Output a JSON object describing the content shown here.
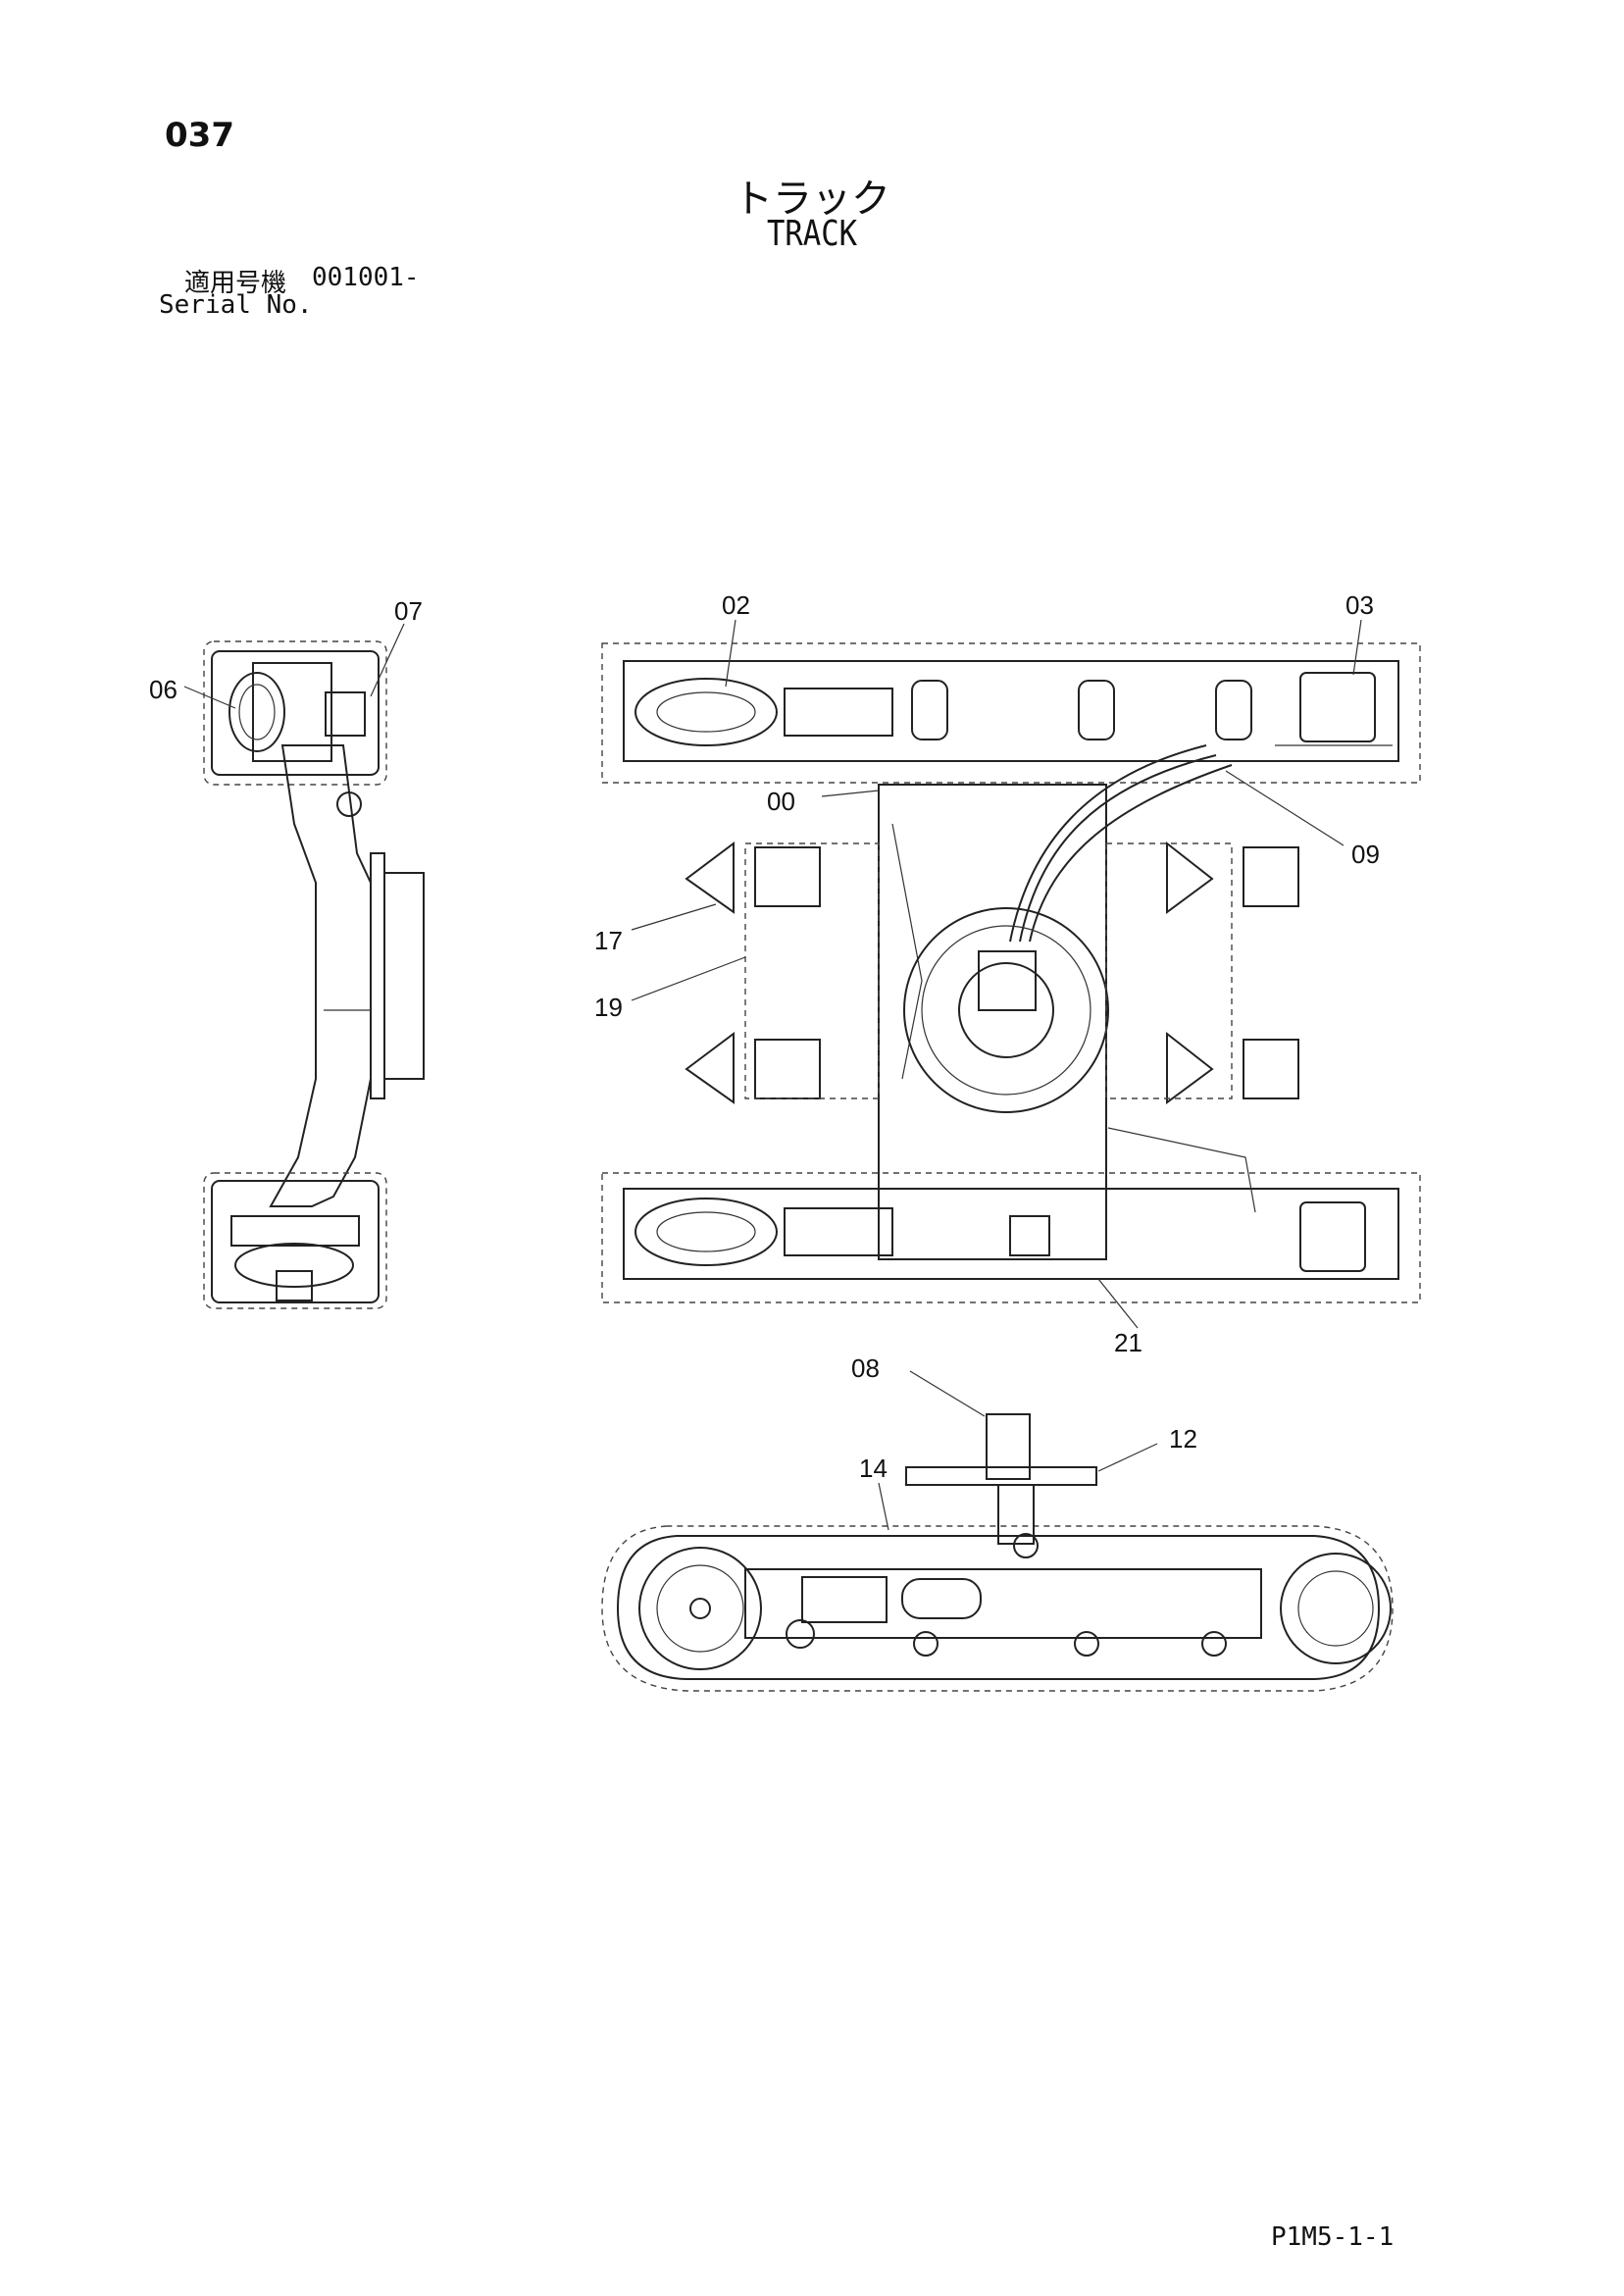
{
  "header": {
    "page_number": "037",
    "title_jp": "トラック",
    "title_en": "TRACK",
    "serial_label_jp": "適用号機",
    "serial_value": "001001-",
    "serial_label_en": "Serial No."
  },
  "callouts": [
    {
      "label": "07"
    },
    {
      "label": "06"
    },
    {
      "label": "02"
    },
    {
      "label": "03"
    },
    {
      "label": "00"
    },
    {
      "label": "09"
    },
    {
      "label": "17"
    },
    {
      "label": "19"
    },
    {
      "label": "21"
    },
    {
      "label": "08"
    },
    {
      "label": "12"
    },
    {
      "label": "14"
    }
  ],
  "footer": {
    "drawing_code": "P1M5-1-1"
  }
}
